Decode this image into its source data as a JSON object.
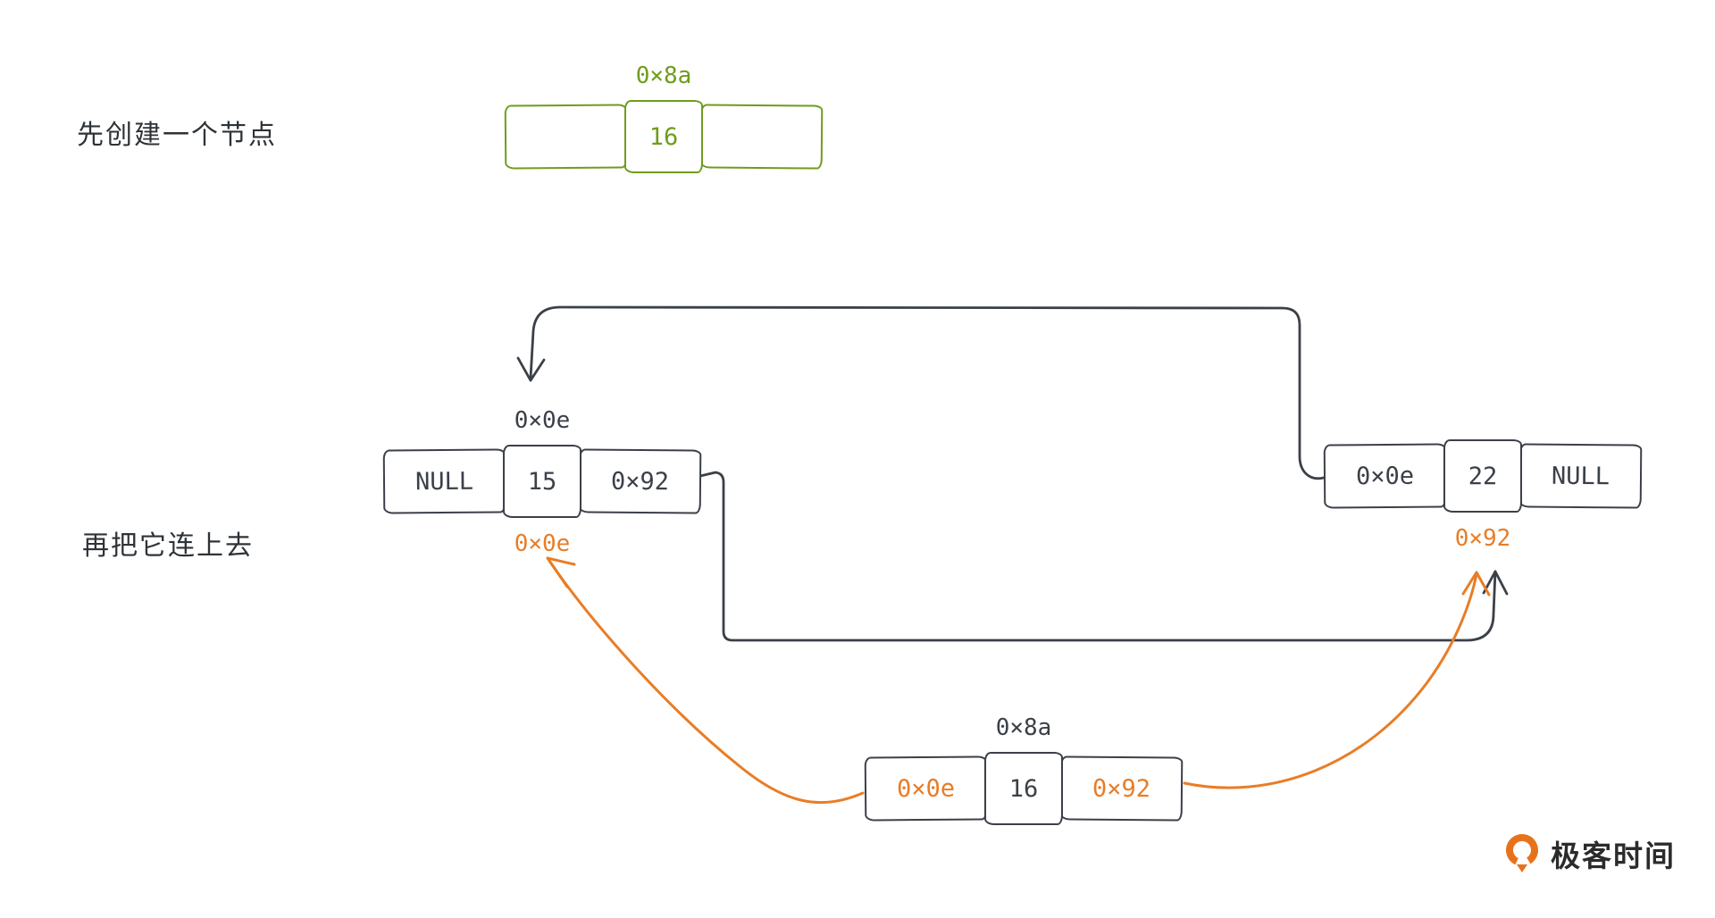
{
  "steps": {
    "step1_label": "先创建一个节点",
    "step2_label": "再把它连上去"
  },
  "green_node": {
    "address": "0×8a",
    "prev": "",
    "value": "16",
    "next": ""
  },
  "left_node": {
    "address": "0×0e",
    "prev": "NULL",
    "value": "15",
    "next": "0×92",
    "pointer_label": "0×0e"
  },
  "right_node": {
    "prev": "0×0e",
    "value": "22",
    "next": "NULL",
    "pointer_label": "0×92"
  },
  "new_node": {
    "address": "0×8a",
    "prev": "0×0e",
    "value": "16",
    "next": "0×92"
  },
  "branding": {
    "logo_text": "极客时间"
  },
  "colors": {
    "green": "#6f9c1d",
    "dark": "#3b4048",
    "orange": "#e87d26"
  }
}
